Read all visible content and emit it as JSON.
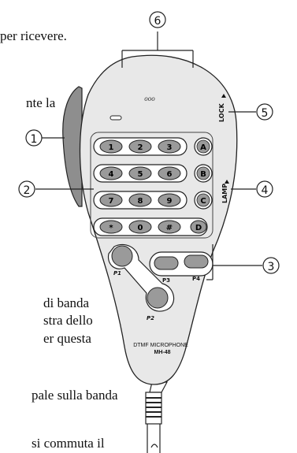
{
  "text_fragments": [
    "per ricevere.",
    "nte la",
    "di banda",
    "stra dello",
    "er questa",
    "pale sulla banda",
    "si commuta il"
  ],
  "callouts": [
    "①",
    "②",
    "③",
    "④",
    "⑤",
    "⑥"
  ],
  "keypad": {
    "rows": [
      [
        "1",
        "2",
        "3",
        "A"
      ],
      [
        "4",
        "5",
        "6",
        "B"
      ],
      [
        "7",
        "8",
        "9",
        "C"
      ],
      [
        "*",
        "0",
        "#",
        "D"
      ]
    ]
  },
  "side_labels": {
    "lock": "LOCK",
    "lamp": "LAMP"
  },
  "pf_labels": [
    "P1",
    "P2",
    "P3",
    "P4"
  ],
  "mic_dots": "ooo",
  "product": {
    "line1": "DTMF MICROPHONE",
    "line2": "MH-48"
  }
}
